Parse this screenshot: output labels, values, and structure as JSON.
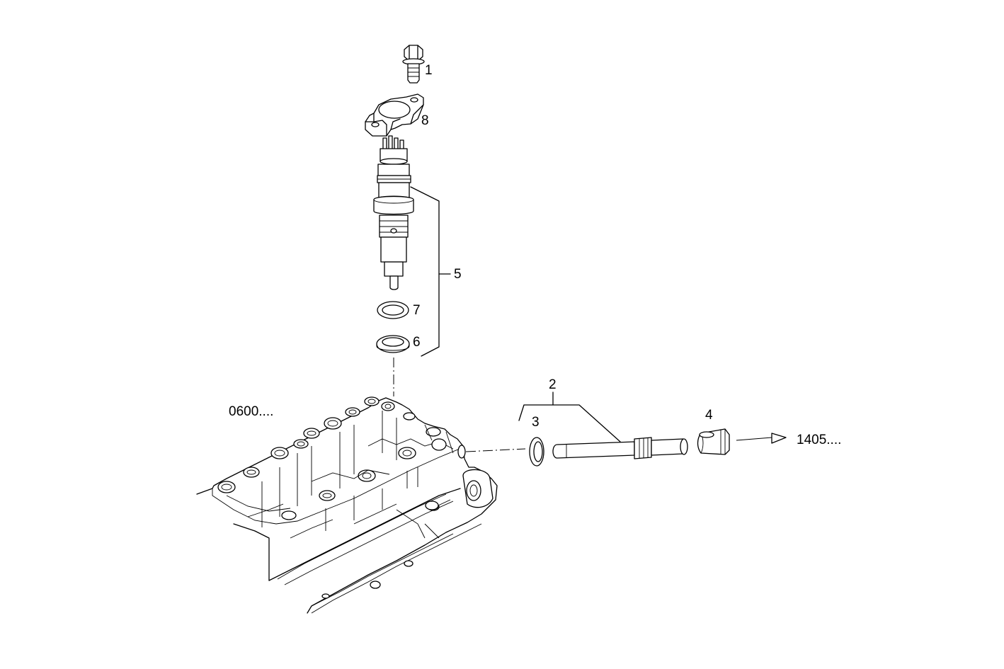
{
  "diagram": {
    "callouts": {
      "c1": "1",
      "c2": "2",
      "c3": "3",
      "c4": "4",
      "c5": "5",
      "c6": "6",
      "c7": "7",
      "c8": "8"
    },
    "references": {
      "cylinder_head": "0600....",
      "fuel_line": "1405...."
    }
  }
}
